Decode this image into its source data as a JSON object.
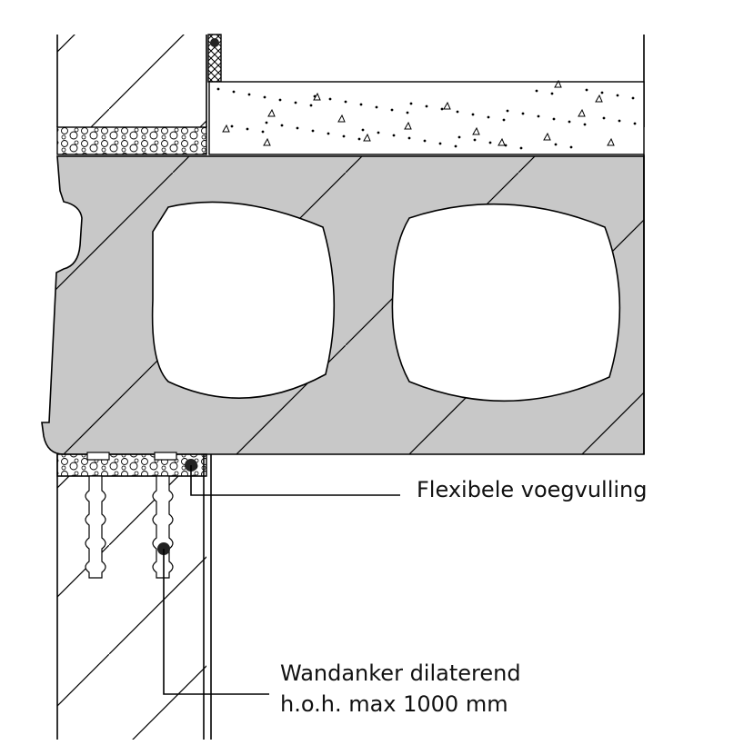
{
  "labels": {
    "joint_filler": "Flexibele voegvulling",
    "anchor_line1": "Wandanker dilaterend",
    "anchor_line2": "h.o.h. max 1000 mm"
  },
  "colors": {
    "slab_fill": "#c8c8c8",
    "line": "#000000",
    "background": "#ffffff",
    "sealant": "#222222"
  },
  "icons": {
    "sealant_bead": "filled-circle",
    "wall_anchor": "filled-circle",
    "aggregate": "triangle-dots"
  }
}
